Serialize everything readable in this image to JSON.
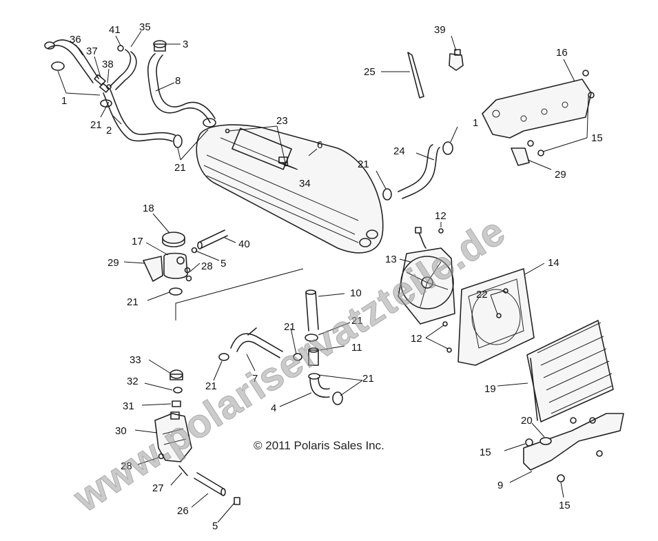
{
  "copyright": "© 2011 Polaris Sales Inc.",
  "watermark": "www.polariservatzteile.de",
  "callouts": [
    {
      "id": "c36",
      "text": "36"
    },
    {
      "id": "c41",
      "text": "41"
    },
    {
      "id": "c35",
      "text": "35"
    },
    {
      "id": "c3",
      "text": "3"
    },
    {
      "id": "c37",
      "text": "37"
    },
    {
      "id": "c38",
      "text": "38"
    },
    {
      "id": "c1a",
      "text": "1"
    },
    {
      "id": "c8",
      "text": "8"
    },
    {
      "id": "c21a",
      "text": "21"
    },
    {
      "id": "c2",
      "text": "2"
    },
    {
      "id": "c21b",
      "text": "21"
    },
    {
      "id": "c23",
      "text": "23"
    },
    {
      "id": "c6",
      "text": "6"
    },
    {
      "id": "c34",
      "text": "34"
    },
    {
      "id": "c39",
      "text": "39"
    },
    {
      "id": "c25",
      "text": "25"
    },
    {
      "id": "c16",
      "text": "16"
    },
    {
      "id": "c1b",
      "text": "1"
    },
    {
      "id": "c24",
      "text": "24"
    },
    {
      "id": "c21c",
      "text": "21"
    },
    {
      "id": "c15a",
      "text": "15"
    },
    {
      "id": "c29a",
      "text": "29"
    },
    {
      "id": "c12a",
      "text": "12"
    },
    {
      "id": "c18",
      "text": "18"
    },
    {
      "id": "c40",
      "text": "40"
    },
    {
      "id": "c17",
      "text": "17"
    },
    {
      "id": "c5a",
      "text": "5"
    },
    {
      "id": "c29b",
      "text": "29"
    },
    {
      "id": "c28a",
      "text": "28"
    },
    {
      "id": "c13",
      "text": "13"
    },
    {
      "id": "c14",
      "text": "14"
    },
    {
      "id": "c21d",
      "text": "21"
    },
    {
      "id": "c10",
      "text": "10"
    },
    {
      "id": "c22",
      "text": "22"
    },
    {
      "id": "c21e",
      "text": "21"
    },
    {
      "id": "c21f",
      "text": "21"
    },
    {
      "id": "c12b",
      "text": "12"
    },
    {
      "id": "c11",
      "text": "11"
    },
    {
      "id": "c33",
      "text": "33"
    },
    {
      "id": "c21g",
      "text": "21"
    },
    {
      "id": "c7",
      "text": "7"
    },
    {
      "id": "c21h",
      "text": "21"
    },
    {
      "id": "c19",
      "text": "19"
    },
    {
      "id": "c32",
      "text": "32"
    },
    {
      "id": "c4",
      "text": "4"
    },
    {
      "id": "c31",
      "text": "31"
    },
    {
      "id": "c20",
      "text": "20"
    },
    {
      "id": "c30",
      "text": "30"
    },
    {
      "id": "c15b",
      "text": "15"
    },
    {
      "id": "c28b",
      "text": "28"
    },
    {
      "id": "c9",
      "text": "9"
    },
    {
      "id": "c27",
      "text": "27"
    },
    {
      "id": "c26",
      "text": "26"
    },
    {
      "id": "c15c",
      "text": "15"
    },
    {
      "id": "c5b",
      "text": "5"
    }
  ]
}
